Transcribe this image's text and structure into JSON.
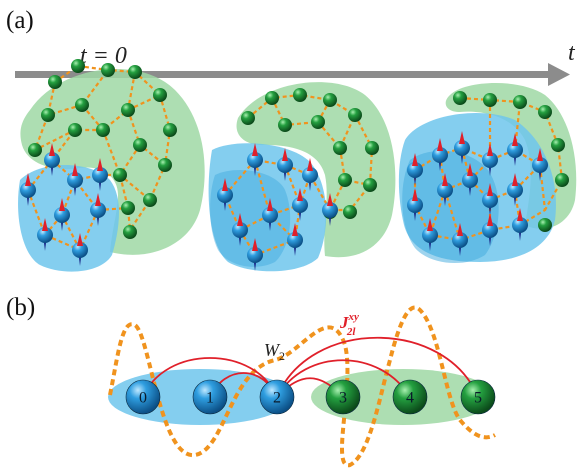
{
  "panel_a": {
    "label": "(a)",
    "time_start": "t = 0",
    "time_axis": "t"
  },
  "panel_b": {
    "label": "(b)",
    "w_label": "W",
    "w_sub": "2",
    "j_label": "J",
    "j_sup": "xy",
    "j_sub": "2l",
    "sites": [
      {
        "label": "0",
        "type": "blue"
      },
      {
        "label": "1",
        "type": "blue"
      },
      {
        "label": "2",
        "type": "blue"
      },
      {
        "label": "3",
        "type": "green"
      },
      {
        "label": "4",
        "type": "green"
      },
      {
        "label": "5",
        "type": "green"
      }
    ]
  },
  "colors": {
    "blue_region": "#6ec6ec",
    "green_region": "#9fd8a4",
    "blue_atom": "#1e86c8",
    "green_atom": "#1d7a2e",
    "bond": "#f0931e",
    "coupling": "#e0202a",
    "arrow": "#8c8c8c"
  }
}
